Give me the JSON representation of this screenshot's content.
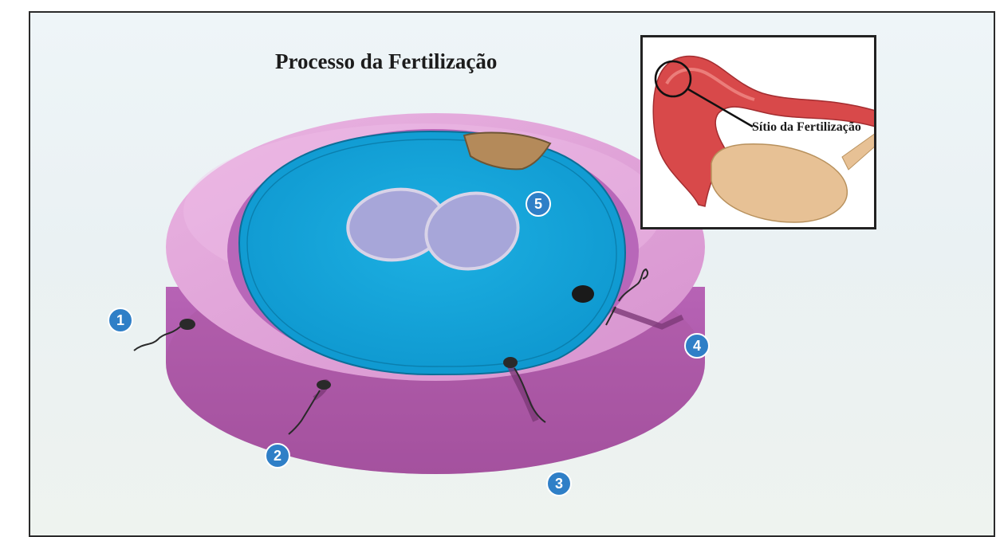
{
  "title": "Processo da Fertilização",
  "inset": {
    "label": "Sítio da Fertilização"
  },
  "markers": [
    {
      "label": "1"
    },
    {
      "label": "2"
    },
    {
      "label": "3"
    },
    {
      "label": "4"
    },
    {
      "label": "5"
    }
  ],
  "colors": {
    "zona_pellucida": "#e2a4d8",
    "perivitelline": "#b766b8",
    "cytoplasm": "#13a4d8",
    "pronucleus": "#a7a6d9",
    "polar_body": "#b48a5a",
    "marker": "#2f7fc7",
    "tube": "#d8494a",
    "ovary": "#e7c195"
  }
}
